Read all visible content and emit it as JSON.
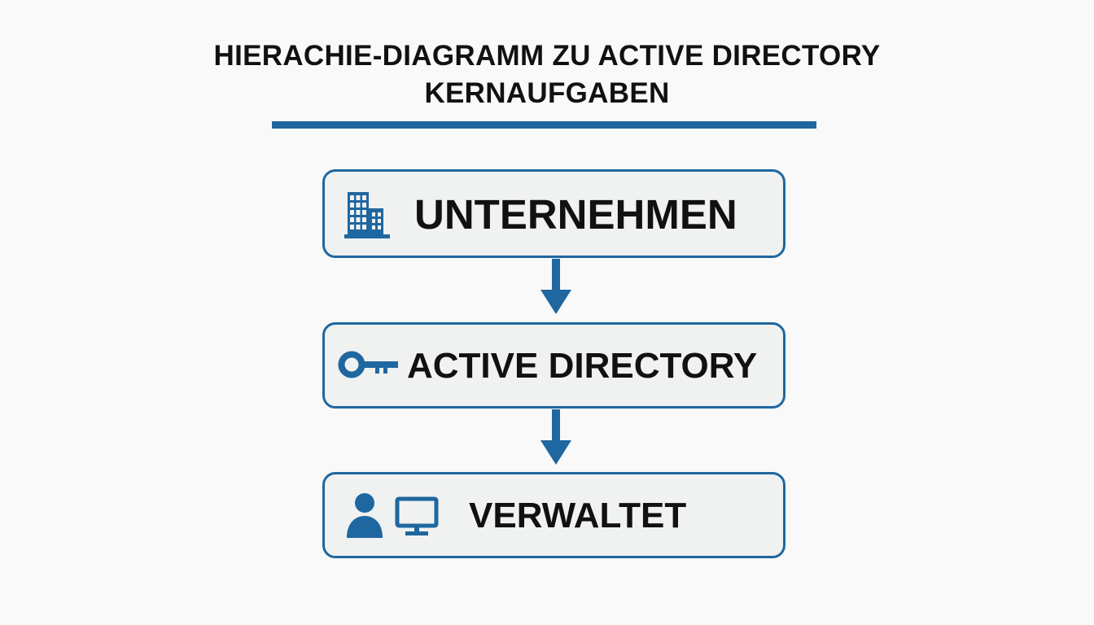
{
  "title": "HIERACHIE-DIAGRAMM ZU ACTIVE DIRECTORY KERNAUFGABEN",
  "colors": {
    "accent": "#1f67a0",
    "box_fill": "#f0f1f1",
    "text": "#111111",
    "background": "#f8f9f8"
  },
  "nodes": [
    {
      "label": "UNTERNEHMEN",
      "icons": [
        "building-icon"
      ]
    },
    {
      "label": "ACTIVE DIRECTORY",
      "icons": [
        "key-icon"
      ]
    },
    {
      "label": "VERWALTET",
      "icons": [
        "user-icon",
        "monitor-icon"
      ]
    }
  ],
  "edges": [
    {
      "from": "UNTERNEHMEN",
      "to": "ACTIVE DIRECTORY"
    },
    {
      "from": "ACTIVE DIRECTORY",
      "to": "VERWALTET"
    }
  ]
}
